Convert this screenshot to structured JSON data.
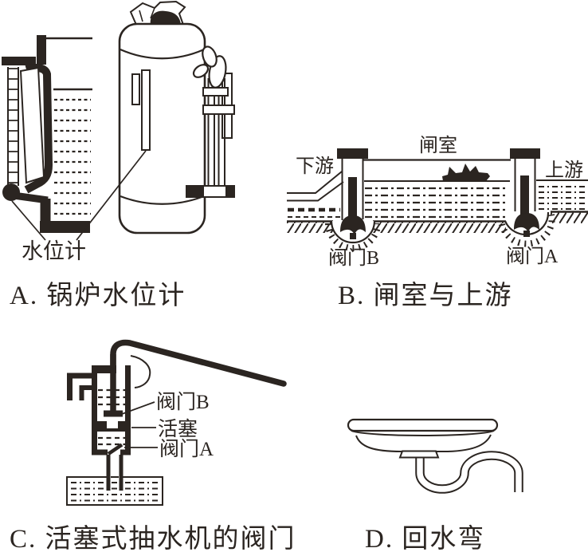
{
  "figure": {
    "colors": {
      "ink": "#2b2521",
      "paper": "#ffffff"
    },
    "panels": [
      {
        "id": "A",
        "caption": "A. 锅炉水位计",
        "labels": {
          "gauge": "水位计"
        }
      },
      {
        "id": "B",
        "caption": "B. 闸室与上游",
        "labels": {
          "downstream": "下游",
          "lock_chamber": "闸室",
          "upstream": "上游",
          "valve_b": "阀门B",
          "valve_a": "阀门A"
        }
      },
      {
        "id": "C",
        "caption": "C. 活塞式抽水机的阀门",
        "labels": {
          "valve_b": "阀门B",
          "piston": "活塞",
          "valve_a": "阀门A"
        }
      },
      {
        "id": "D",
        "caption": "D. 回水弯",
        "labels": {}
      }
    ]
  }
}
